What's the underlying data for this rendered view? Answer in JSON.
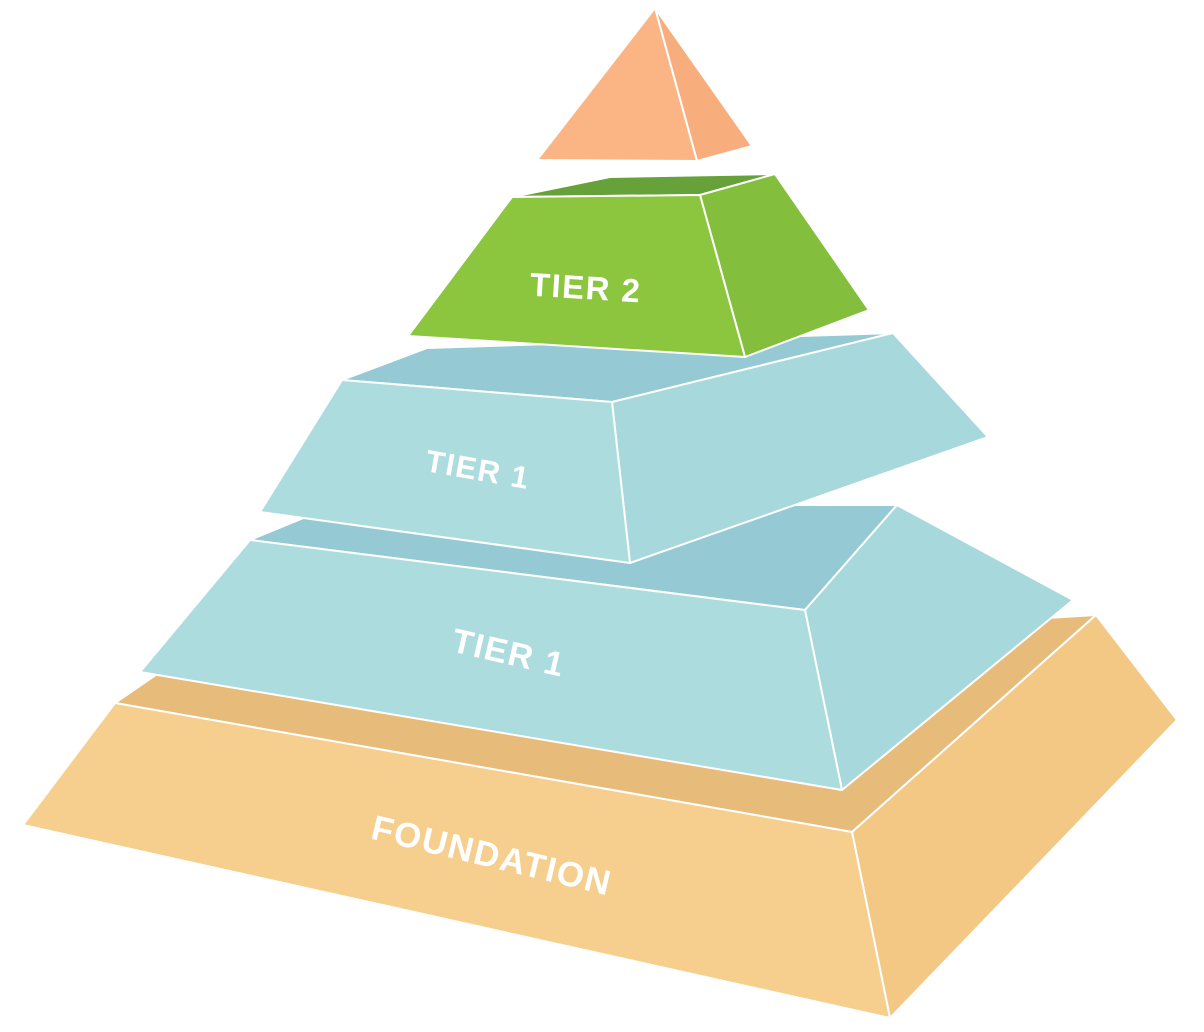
{
  "background": "#FFFFFF",
  "text_color": "#FFFFFF",
  "pyramid": {
    "layers": [
      {
        "name": "apex-cap",
        "label": "",
        "front": "#FBB584",
        "top": "#FBB584",
        "right": "#F8AE7C"
      },
      {
        "name": "tier-2",
        "label": "TIER 2",
        "front": "#8CC63F",
        "top": "#66A239",
        "right": "#83BF3C"
      },
      {
        "name": "tier-1-upper",
        "label": "TIER 1",
        "front": "#ADDCDF",
        "top": "#95CAD5",
        "right": "#A6D8DC"
      },
      {
        "name": "tier-1-lower",
        "label": "TIER 1",
        "front": "#ADDCDF",
        "top": "#95CAD5",
        "right": "#A6D8DC"
      },
      {
        "name": "foundation",
        "label": "FOUNDATION",
        "front": "#F6CE8D",
        "top": "#E7BC7B",
        "right": "#F2C884"
      }
    ]
  }
}
